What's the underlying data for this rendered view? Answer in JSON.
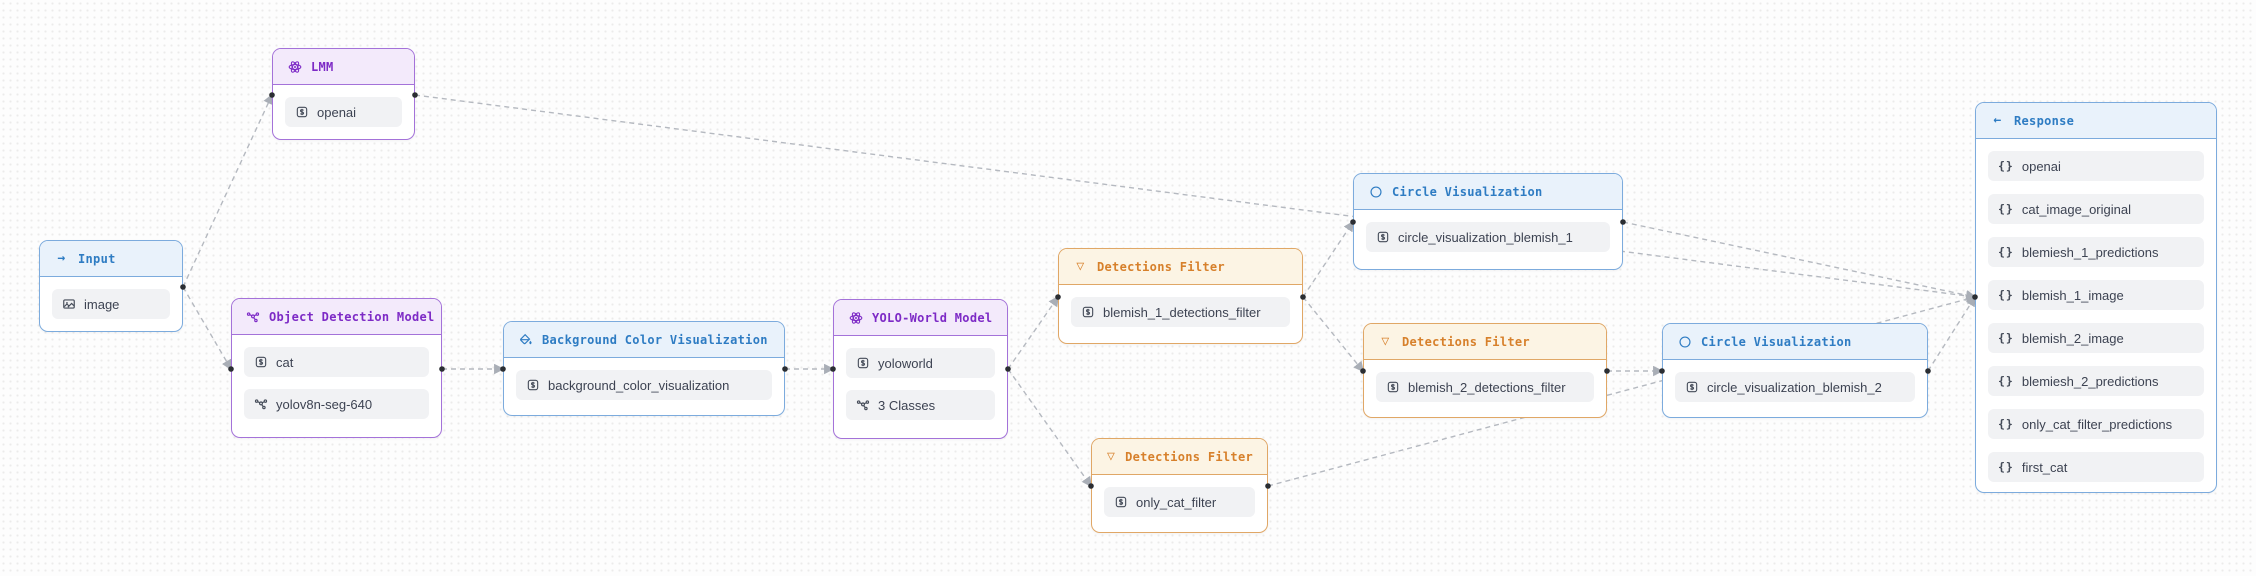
{
  "palette": {
    "blue_border": "#7cabdd",
    "blue_header_bg": "#e9f2fb",
    "blue_text": "#2e7cc3",
    "purple_border": "#a472d9",
    "purple_header_bg": "#f3eafb",
    "purple_text": "#7d2ac6",
    "orange_border": "#e0a766",
    "orange_header_bg": "#fcf4e4",
    "orange_text": "#d7802b",
    "item_bg": "#f1f2f4",
    "item_text": "#3d4352",
    "edge": "#b5b9c0",
    "canvas_bg": "#fdfdfd"
  },
  "nodes": [
    {
      "id": "input",
      "type": "blue",
      "icon": "arrow-right-icon",
      "title": "Input",
      "items": [
        {
          "icon": "image-icon",
          "label": "image"
        }
      ]
    },
    {
      "id": "lmm",
      "type": "purple",
      "icon": "atom-icon",
      "title": "LMM",
      "items": [
        {
          "icon": "dollar-square-icon",
          "label": "openai"
        }
      ]
    },
    {
      "id": "object_detection_model",
      "type": "purple",
      "icon": "graph-icon",
      "title": "Object Detection Model",
      "items": [
        {
          "icon": "dollar-square-icon",
          "label": "cat"
        },
        {
          "icon": "graph-icon",
          "label": "yolov8n-seg-640"
        }
      ]
    },
    {
      "id": "background_color_visualization",
      "type": "blue",
      "icon": "paint-bucket-icon",
      "title": "Background Color Visualization",
      "items": [
        {
          "icon": "dollar-square-icon",
          "label": "background_color_visualization"
        }
      ]
    },
    {
      "id": "yolo_world_model",
      "type": "purple",
      "icon": "atom-icon",
      "title": "YOLO-World Model",
      "items": [
        {
          "icon": "dollar-square-icon",
          "label": "yoloworld"
        },
        {
          "icon": "graph-icon",
          "label": "3 Classes"
        }
      ]
    },
    {
      "id": "detections_filter_blemish_1",
      "type": "orange",
      "icon": "funnel-icon",
      "title": "Detections Filter",
      "items": [
        {
          "icon": "dollar-square-icon",
          "label": "blemish_1_detections_filter"
        }
      ]
    },
    {
      "id": "circle_visualization_blemish_1",
      "type": "blue",
      "icon": "circle-icon",
      "title": "Circle Visualization",
      "items": [
        {
          "icon": "dollar-square-icon",
          "label": "circle_visualization_blemish_1"
        }
      ]
    },
    {
      "id": "detections_filter_blemish_2",
      "type": "orange",
      "icon": "funnel-icon",
      "title": "Detections Filter",
      "items": [
        {
          "icon": "dollar-square-icon",
          "label": "blemish_2_detections_filter"
        }
      ]
    },
    {
      "id": "circle_visualization_blemish_2",
      "type": "blue",
      "icon": "circle-icon",
      "title": "Circle Visualization",
      "items": [
        {
          "icon": "dollar-square-icon",
          "label": "circle_visualization_blemish_2"
        }
      ]
    },
    {
      "id": "detections_filter_only_cat",
      "type": "orange",
      "icon": "funnel-icon",
      "title": "Detections Filter",
      "items": [
        {
          "icon": "dollar-square-icon",
          "label": "only_cat_filter"
        }
      ]
    },
    {
      "id": "response",
      "type": "blue",
      "icon": "arrow-left-icon",
      "title": "Response",
      "items": [
        {
          "icon": "braces-icon",
          "label": "openai"
        },
        {
          "icon": "braces-icon",
          "label": "cat_image_original"
        },
        {
          "icon": "braces-icon",
          "label": "blemiesh_1_predictions"
        },
        {
          "icon": "braces-icon",
          "label": "blemish_1_image"
        },
        {
          "icon": "braces-icon",
          "label": "blemish_2_image"
        },
        {
          "icon": "braces-icon",
          "label": "blemiesh_2_predictions"
        },
        {
          "icon": "braces-icon",
          "label": "only_cat_filter_predictions"
        },
        {
          "icon": "braces-icon",
          "label": "first_cat"
        }
      ]
    }
  ],
  "glyphs": {
    "arrow_right": "→",
    "arrow_left": "←",
    "funnel": "▽",
    "braces": "{}"
  },
  "edges": [
    {
      "from": "input",
      "to": "lmm"
    },
    {
      "from": "input",
      "to": "object_detection_model"
    },
    {
      "from": "lmm",
      "to": "response"
    },
    {
      "from": "object_detection_model",
      "to": "background_color_visualization"
    },
    {
      "from": "background_color_visualization",
      "to": "yolo_world_model"
    },
    {
      "from": "yolo_world_model",
      "to": "detections_filter_blemish_1"
    },
    {
      "from": "yolo_world_model",
      "to": "detections_filter_only_cat"
    },
    {
      "from": "detections_filter_blemish_1",
      "to": "circle_visualization_blemish_1"
    },
    {
      "from": "detections_filter_blemish_1",
      "to": "detections_filter_blemish_2"
    },
    {
      "from": "detections_filter_blemish_2",
      "to": "circle_visualization_blemish_2"
    },
    {
      "from": "circle_visualization_blemish_1",
      "to": "response"
    },
    {
      "from": "circle_visualization_blemish_2",
      "to": "response"
    },
    {
      "from": "detections_filter_only_cat",
      "to": "response"
    }
  ]
}
